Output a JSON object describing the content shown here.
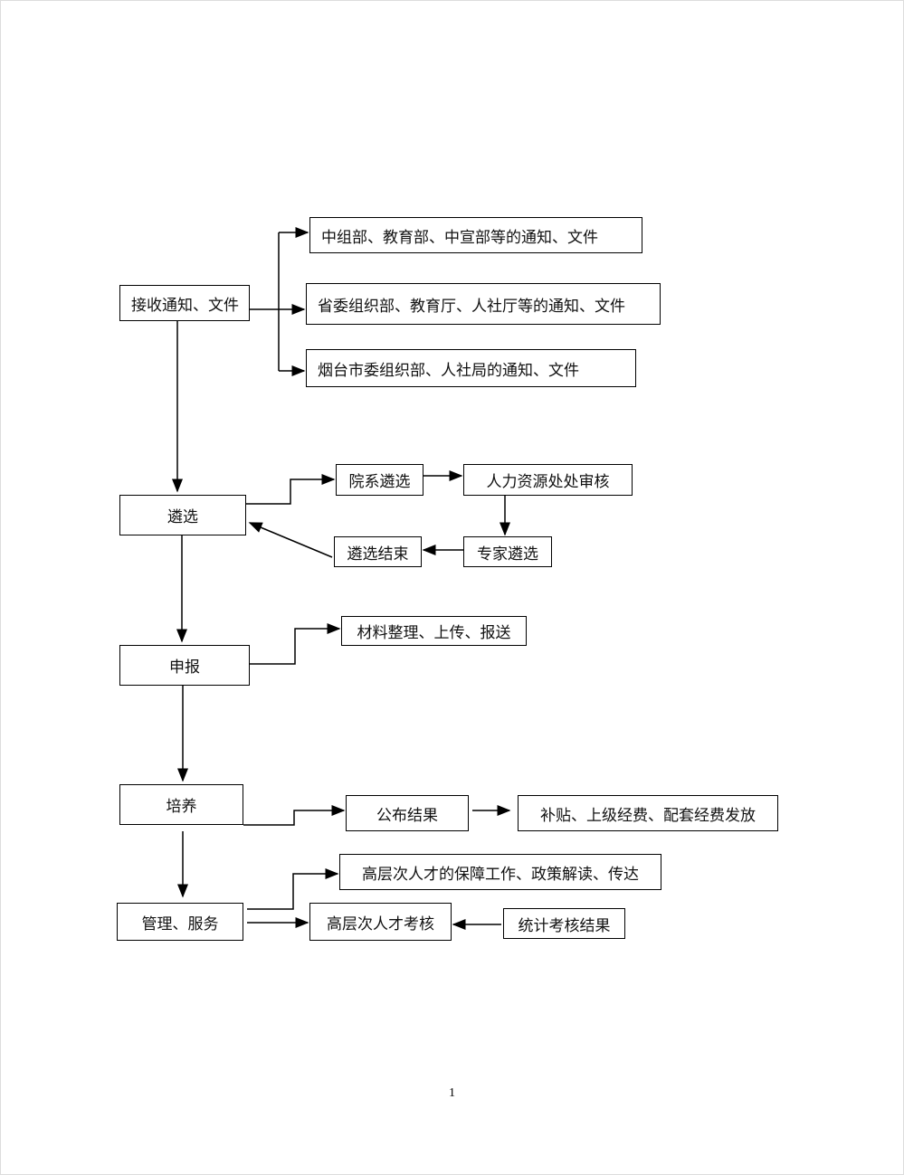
{
  "nodes": {
    "receive": "接收通知、文件",
    "central": "中组部、教育部、中宣部等的通知、文件",
    "provincial": "省委组织部、教育厅、人社厅等的通知、文件",
    "city": "烟台市委组织部、人社局的通知、文件",
    "select": "遴选",
    "dept_select": "院系遴选",
    "hr_review": "人力资源处处审核",
    "expert_select": "专家遴选",
    "select_end": "遴选结束",
    "declare": "申报",
    "materials": "材料整理、上传、报送",
    "cultivate": "培养",
    "publish": "公布结果",
    "funding": "补贴、上级经费、配套经费发放",
    "management": "管理、服务",
    "support": "高层次人才的保障工作、政策解读、传达",
    "assessment": "高层次人才考核",
    "stats": "统计考核结果"
  },
  "page_number": "1"
}
